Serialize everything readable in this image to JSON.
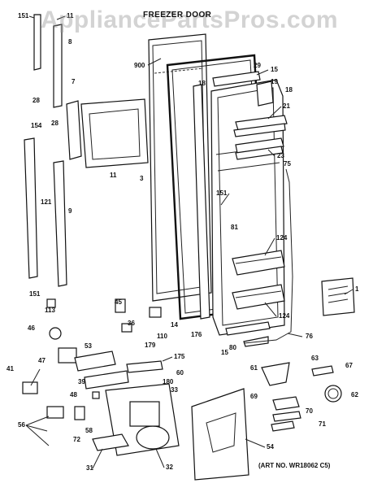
{
  "watermark": "AppliancePartsPros.com",
  "title": "FREEZER DOOR",
  "art_number": "(ART NO. WR18062 C5)",
  "callouts": [
    "151",
    "11",
    "8",
    "900",
    "29",
    "15",
    "19",
    "18",
    "18",
    "7",
    "28",
    "21",
    "28",
    "154",
    "11",
    "3",
    "23",
    "75",
    "151",
    "121",
    "9",
    "81",
    "124",
    "1",
    "151",
    "113",
    "124",
    "45",
    "36",
    "14",
    "110",
    "176",
    "76",
    "46",
    "15",
    "80",
    "53",
    "179",
    "175",
    "63",
    "67",
    "47",
    "60",
    "61",
    "41",
    "39",
    "180",
    "33",
    "62",
    "48",
    "69",
    "70",
    "56",
    "58",
    "71",
    "72",
    "54",
    "31",
    "32"
  ]
}
